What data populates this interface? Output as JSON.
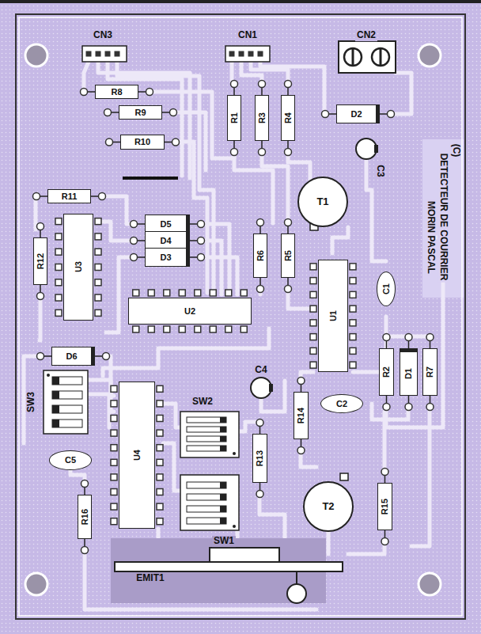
{
  "diagram": {
    "nodes": [
      {
        "text": [
          "R8"
        ]
      },
      {
        "text": [
          "R9"
        ]
      },
      {
        "text": [
          "R10"
        ]
      },
      {
        "text": [
          "R1"
        ]
      },
      {
        "text": [
          "R3"
        ]
      },
      {
        "text": [
          "R4"
        ]
      },
      {
        "text": [
          "D2"
        ]
      },
      {
        "text": [
          "T1"
        ]
      },
      {
        "text": [
          "R11"
        ]
      },
      {
        "text": [
          "D5"
        ]
      },
      {
        "text": [
          "D4"
        ]
      },
      {
        "text": [
          "D3"
        ]
      },
      {
        "text": [
          "R6"
        ]
      },
      {
        "text": [
          "R5"
        ]
      },
      {
        "text": [
          "U3"
        ]
      },
      {
        "text": [
          "R12"
        ]
      },
      {
        "text": [
          "U2"
        ]
      },
      {
        "text": [
          "U1"
        ]
      },
      {
        "text": [
          "C1"
        ]
      },
      {
        "text": [
          "R2"
        ]
      },
      {
        "text": [
          "D1"
        ]
      },
      {
        "text": [
          "R7"
        ]
      },
      {
        "text": [
          "D6"
        ]
      },
      {
        "text": [
          "U4"
        ]
      },
      {
        "text": [
          "C2"
        ]
      },
      {
        "text": [
          "R14"
        ]
      },
      {
        "text": [
          "R13"
        ]
      },
      {
        "text": [
          "C5"
        ]
      },
      {
        "text": [
          "R16"
        ]
      },
      {
        "text": [
          "T2"
        ]
      },
      {
        "text": [
          "R15"
        ]
      }
    ],
    "labels": [
      "CN3",
      "CN1",
      "CN2",
      "C3",
      "(C)",
      "DETECTEUR DE COURRIER",
      "MORIN PASCAL",
      "SW3",
      "C4",
      "SW2",
      "SW1",
      "EMIT1"
    ]
  }
}
